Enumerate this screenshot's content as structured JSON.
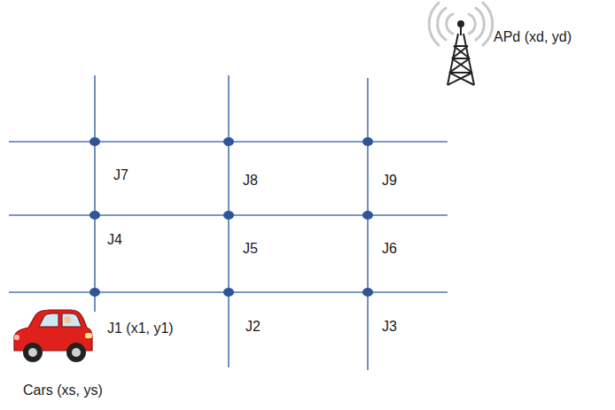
{
  "diagram": {
    "labels": [
      "APd (xd, yd)",
      "J7",
      "J8",
      "J9",
      "J4",
      "J5",
      "J6",
      "J1 (x1, y1)",
      "J2",
      "J3",
      "Cars (xs, ys)"
    ]
  }
}
